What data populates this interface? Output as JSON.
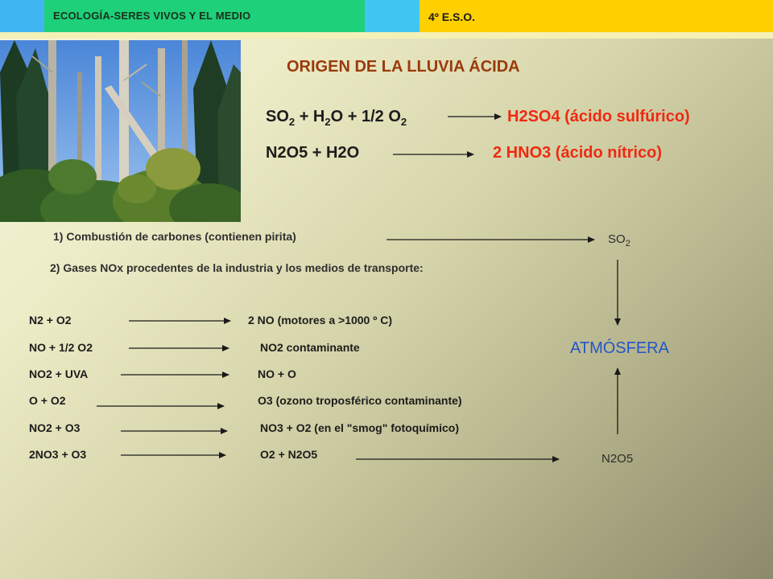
{
  "header": {
    "subject": "ECOLOGÍA-SERES VIVOS Y EL MEDIO",
    "course": "4º E.S.O."
  },
  "photo": {
    "subject": "forest-photo"
  },
  "title": "ORIGEN DE LA LLUVIA ÁCIDA",
  "main_reactions": [
    {
      "reactant_sup_parts": [
        "SO",
        "2",
        " + H",
        "2",
        "O + 1/2 O",
        "2"
      ],
      "product": "H2SO4 (ácido sulfúrico)"
    },
    {
      "reactants": "N2O5 + H2O",
      "product": "2 HNO3  (ácido nítrico)"
    }
  ],
  "sources": {
    "combustion": "1) Combustión de carbones (contienen pirita)",
    "nox": "2) Gases NOx procedentes de la industria y los medios de transporte:"
  },
  "nox_reactions": [
    {
      "reactants": "N2 + O2",
      "product": "2 NO  (motores a >1000 º C)"
    },
    {
      "reactants": "NO + 1/2 O2",
      "product": "NO2 contaminante"
    },
    {
      "reactants": "NO2 + UVA",
      "product": "NO + O"
    },
    {
      "reactants": "O + O2",
      "product": "O3 (ozono troposférico contaminante)"
    },
    {
      "reactants": "NO2 + O3",
      "product": "NO3 + O2 (en el \"smog\" fotoquímico)"
    },
    {
      "reactants": "2NO3 + O3",
      "product": "O2 + N2O5"
    }
  ],
  "diagram": {
    "so2_base": "SO",
    "so2_sub": "2",
    "atmosphere": "ATMÓSFERA",
    "n2o5": "N2O5"
  },
  "colors": {
    "title": "#9a3a0c",
    "product": "#ee2a12",
    "atmosphere": "#2356c8"
  }
}
